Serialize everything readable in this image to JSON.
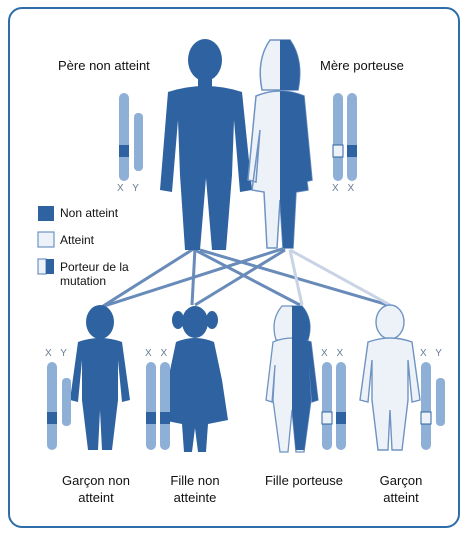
{
  "colors": {
    "dark_blue": "#2e62a0",
    "light_blue": "#8fb0d6",
    "pale": "#edf2f9",
    "outline": "#6f93c2",
    "frame": "#2e6da9"
  },
  "parents": {
    "father": {
      "label": "Père non atteint",
      "chromosomes": "X Y"
    },
    "mother": {
      "label": "Mère porteuse",
      "chromosomes": "X X"
    }
  },
  "legend": {
    "items": [
      {
        "swatch": "dark",
        "label": "Non atteint"
      },
      {
        "swatch": "light",
        "label": "Atteint"
      },
      {
        "swatch": "half",
        "label": "Porteur de la mutation"
      }
    ]
  },
  "children": [
    {
      "label": "Garçon non atteint",
      "chromosomes": "X Y"
    },
    {
      "label": "Fille non atteinte",
      "chromosomes": "X X"
    },
    {
      "label": "Fille porteuse",
      "chromosomes": "X X"
    },
    {
      "label": "Garçon atteint",
      "chromosomes": "X Y"
    }
  ]
}
